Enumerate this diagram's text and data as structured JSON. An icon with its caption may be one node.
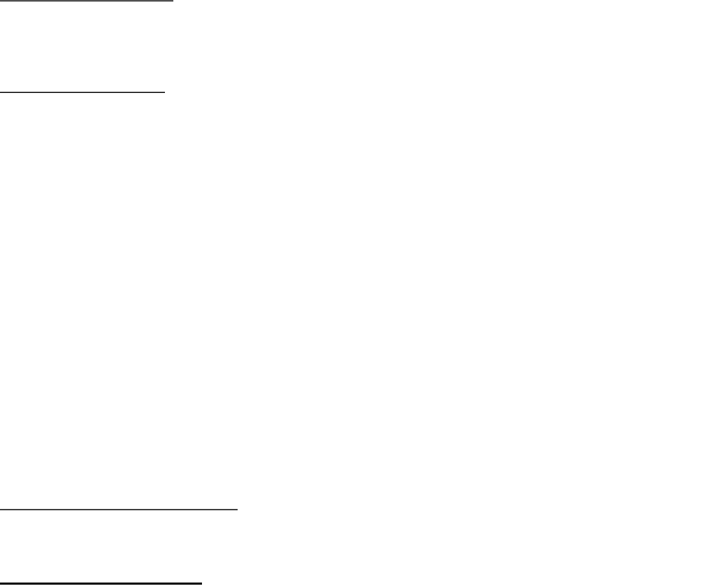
{
  "diagram": {
    "nodes": [
      {
        "text": [],
        "shape": "line"
      },
      {
        "text": [],
        "shape": "line"
      },
      {
        "text": [],
        "shape": "line"
      },
      {
        "text": [],
        "shape": "line"
      }
    ]
  }
}
